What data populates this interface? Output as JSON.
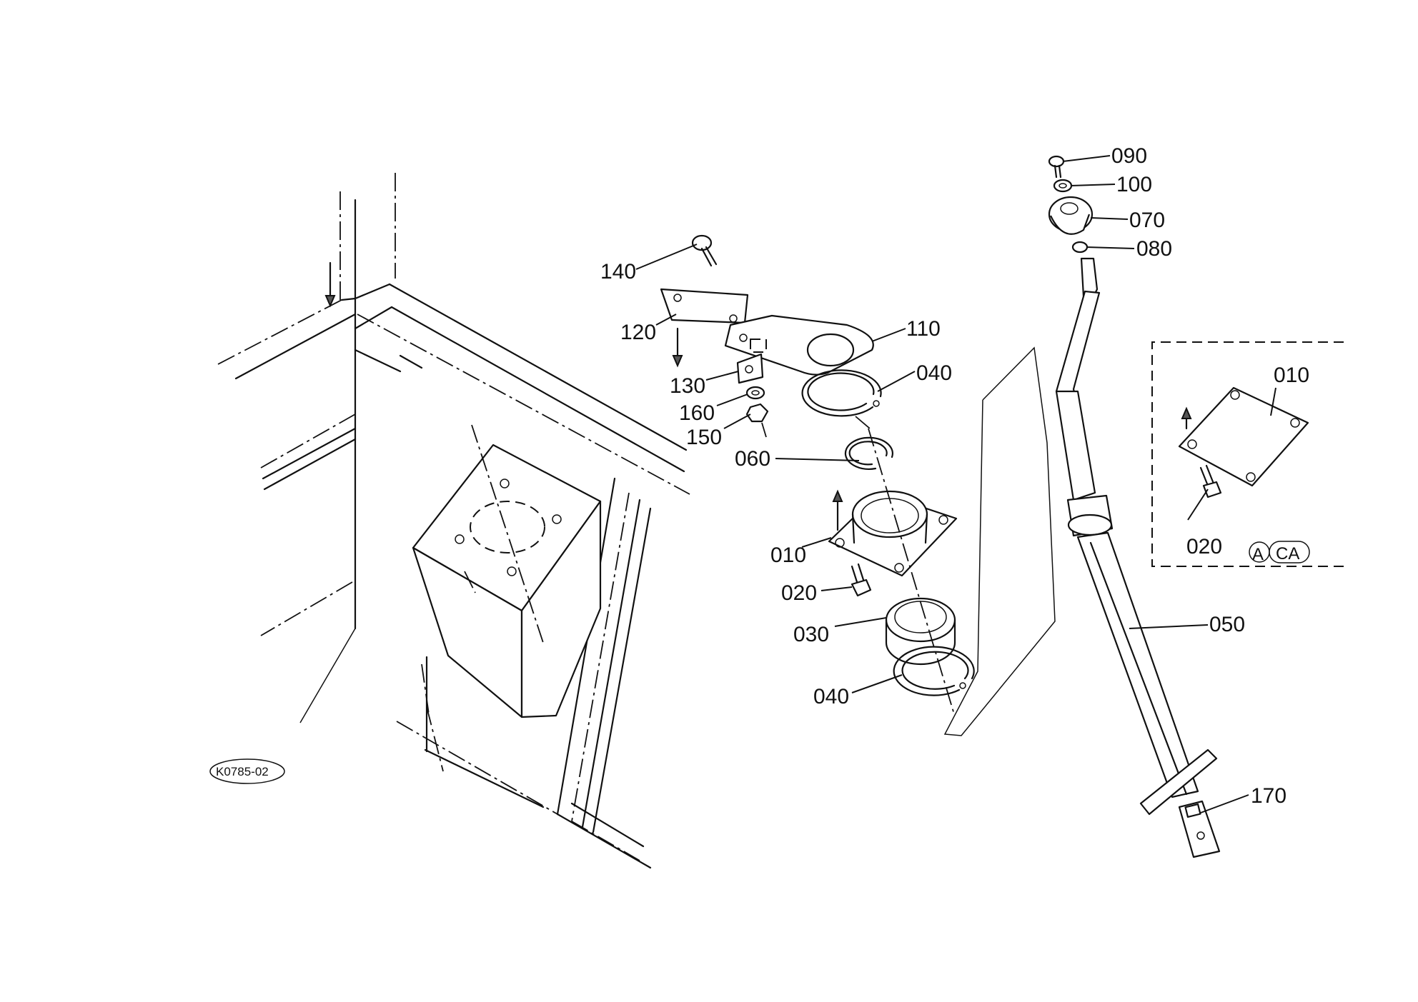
{
  "diagram_code": "K0785-02",
  "variant_note": {
    "a": "A",
    "ca": "CA"
  },
  "callouts": {
    "p090": "090",
    "p100": "100",
    "p070": "070",
    "p080": "080",
    "p140": "140",
    "p110": "110",
    "p120": "120",
    "p130": "130",
    "p040_top": "040",
    "p160": "160",
    "p150": "150",
    "p060": "060",
    "p010": "010",
    "p020": "020",
    "p030": "030",
    "p040_bottom": "040",
    "p050": "050",
    "p170": "170",
    "inset_010": "010",
    "inset_020": "020"
  }
}
